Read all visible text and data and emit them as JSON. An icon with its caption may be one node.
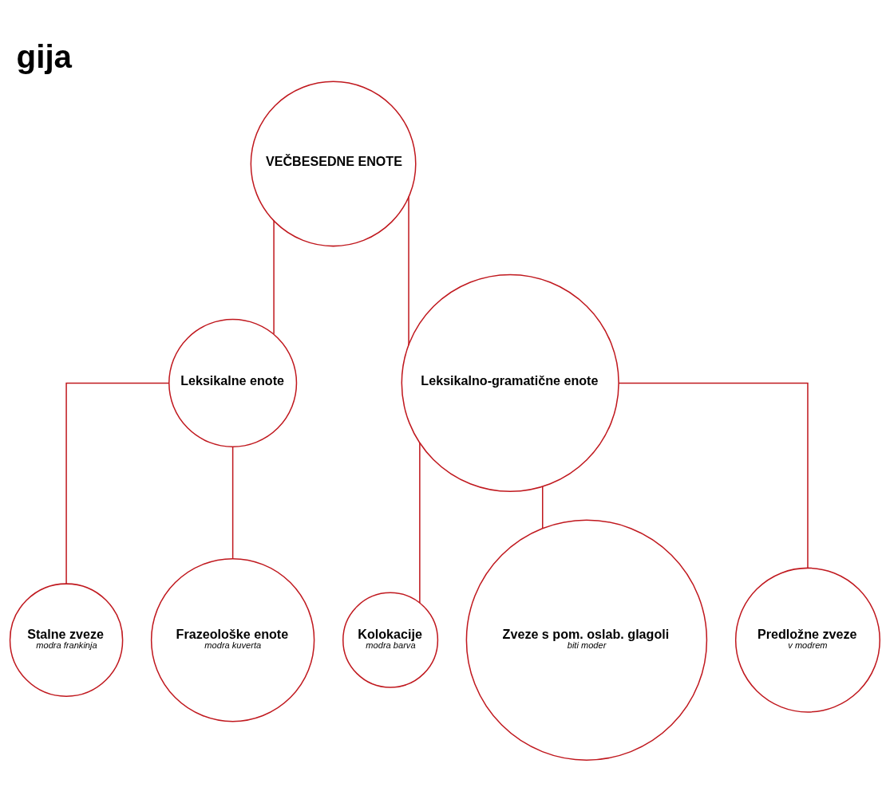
{
  "diagram": {
    "title": "gija",
    "nodes": [
      {
        "text": [
          "VEČBESEDNE ENOTE"
        ]
      },
      {
        "text": [
          "Leksikalne enote"
        ]
      },
      {
        "text": [
          "Leksikalno-gramatične enote"
        ]
      },
      {
        "text": [
          "Stalne zveze",
          "modra frankinja"
        ]
      },
      {
        "text": [
          "Frazeološke enote",
          "modra kuverta"
        ]
      },
      {
        "text": [
          "Kolokacije",
          "modra barva"
        ]
      },
      {
        "text": [
          "Zveze s pom. oslab. glagoli",
          "biti moder"
        ]
      },
      {
        "text": [
          "Predložne zveze",
          "v modrem"
        ]
      }
    ],
    "edges": [
      {
        "from": 0,
        "to": 1,
        "arrow": "none"
      },
      {
        "from": 0,
        "to": 2,
        "arrow": "none"
      },
      {
        "from": 1,
        "to": 3,
        "arrow": "none"
      },
      {
        "from": 1,
        "to": 4,
        "arrow": "none"
      },
      {
        "from": 2,
        "to": 5,
        "arrow": "none"
      },
      {
        "from": 2,
        "to": 6,
        "arrow": "none"
      },
      {
        "from": 2,
        "to": 7,
        "arrow": "none"
      }
    ]
  }
}
